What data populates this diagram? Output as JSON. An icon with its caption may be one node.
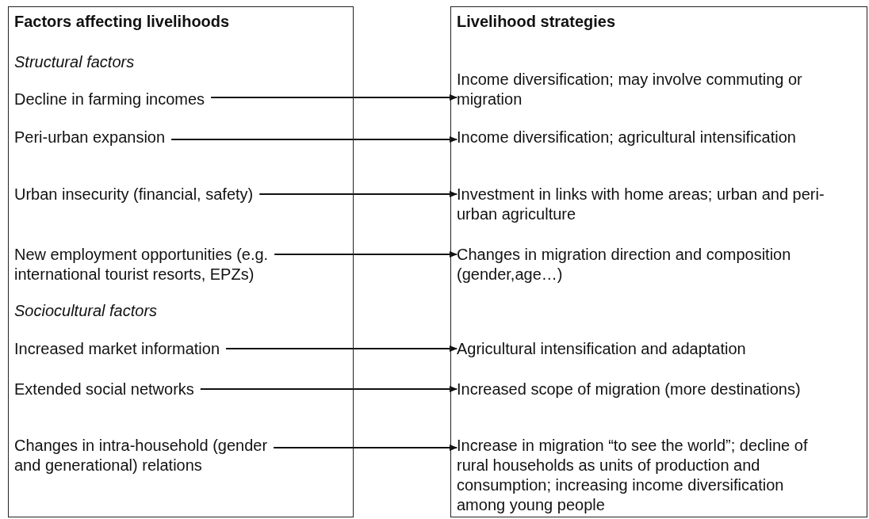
{
  "diagram": {
    "nodes": [
      {
        "text": [
          "Factors affecting livelihoods"
        ]
      },
      {
        "text": [
          "Structural factors"
        ],
        "in": 0
      },
      {
        "text": [
          "Decline in farming incomes"
        ],
        "in": 0
      },
      {
        "text": [
          "Peri-urban expansion"
        ],
        "in": 0
      },
      {
        "text": [
          "Urban insecurity (financial, safety)"
        ],
        "in": 0
      },
      {
        "text": [
          "New employment opportunities (e.g. international tourist resorts, EPZs)"
        ],
        "in": 0
      },
      {
        "text": [
          "Sociocultural factors"
        ],
        "in": 0
      },
      {
        "text": [
          "Increased market information"
        ],
        "in": 0
      },
      {
        "text": [
          "Extended social networks"
        ],
        "in": 0
      },
      {
        "text": [
          "Changes in intra-household (gender and generational) relations"
        ],
        "in": 0
      },
      {
        "text": [
          "Livelihood strategies"
        ]
      },
      {
        "text": [
          "Income diversification; may involve commuting or migration"
        ],
        "in": 10
      },
      {
        "text": [
          "Income diversification; agricultural intensification"
        ],
        "in": 10
      },
      {
        "text": [
          "Investment in links with home areas; urban and peri-urban agriculture"
        ],
        "in": 10
      },
      {
        "text": [
          "Changes in migration direction and composition (gender,age…)"
        ],
        "in": 10
      },
      {
        "text": [
          "Agricultural intensification and adaptation"
        ],
        "in": 10
      },
      {
        "text": [
          "Increased scope of migration (more destinations)"
        ],
        "in": 10
      },
      {
        "text": [
          "Increase in migration “to see the world”; decline of rural households as units of production and consumption; increasing income diversification among young people"
        ],
        "in": 10
      }
    ],
    "edges": [
      {
        "from": 2,
        "to": 11,
        "arrow": "to"
      },
      {
        "from": 3,
        "to": 12,
        "arrow": "to"
      },
      {
        "from": 4,
        "to": 13,
        "arrow": "to"
      },
      {
        "from": 5,
        "to": 14,
        "arrow": "to"
      },
      {
        "from": 7,
        "to": 15,
        "arrow": "to"
      },
      {
        "from": 8,
        "to": 16,
        "arrow": "to"
      },
      {
        "from": 9,
        "to": 17,
        "arrow": "to"
      }
    ]
  }
}
